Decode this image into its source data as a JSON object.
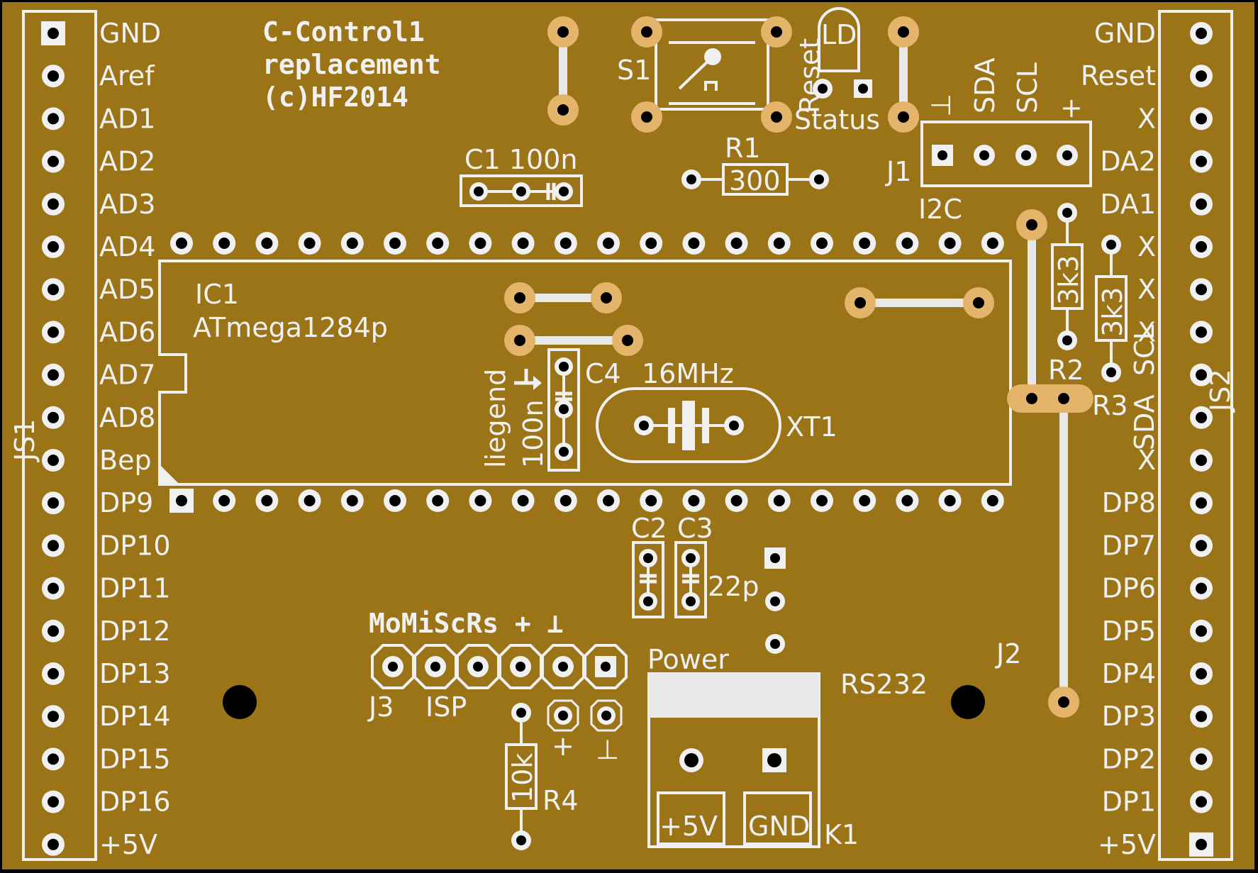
{
  "colors": {
    "board": "#9a7417",
    "silk": "#f0f0f0",
    "pad_copper": "#e4b46a",
    "hole": "#000000",
    "outline": "#000000"
  },
  "title": {
    "line1": "C-Control1",
    "line2": "replacement",
    "line3": "(c)HF2014"
  },
  "connectors": {
    "js1": {
      "ref": "JS1",
      "pins": [
        "GND",
        "Aref",
        "AD1",
        "AD2",
        "AD3",
        "AD4",
        "AD5",
        "AD6",
        "AD7",
        "AD8",
        "Bep",
        "DP9",
        "DP10",
        "DP11",
        "DP12",
        "DP13",
        "DP14",
        "DP15",
        "DP16",
        "+5V"
      ]
    },
    "js2": {
      "ref": "JS2",
      "pins": [
        "GND",
        "Reset",
        "X",
        "DA2",
        "DA1",
        "X",
        "X",
        "X",
        "SCL",
        "SDA",
        "X",
        "DP8",
        "DP7",
        "DP6",
        "DP5",
        "DP4",
        "DP3",
        "DP2",
        "DP1",
        "+5V"
      ]
    }
  },
  "labels": {
    "s1": "S1",
    "reset": "Reset",
    "ld": "LD",
    "status": "Status",
    "c1": "C1 100n",
    "r1": "R1",
    "r1_value": "300",
    "j1": "J1",
    "i2c": "I2C",
    "j1_pins": [
      "⊥",
      "SDA",
      "SCL",
      "+"
    ],
    "ic1": "IC1",
    "ic1_part": "ATmega1284p",
    "c4": "C4",
    "c4_value": "100n",
    "liegend": "liegend",
    "crystal_freq": "16MHz",
    "xt1": "XT1",
    "r2": "R2",
    "r3": "R3",
    "r_value": "3k3",
    "c2": "C2",
    "c3": "C3",
    "c23_value": "22p",
    "isp_pins": "MoMiScRs + ⊥",
    "j3": "J3",
    "isp": "ISP",
    "plus": "+",
    "gnd_sym": "⊥",
    "r4": "R4",
    "r4_value": "10k",
    "power": "Power",
    "rs232": "RS232",
    "j2": "J2",
    "k1": "K1",
    "k1_plus": "+5V",
    "k1_gnd": "GND"
  }
}
